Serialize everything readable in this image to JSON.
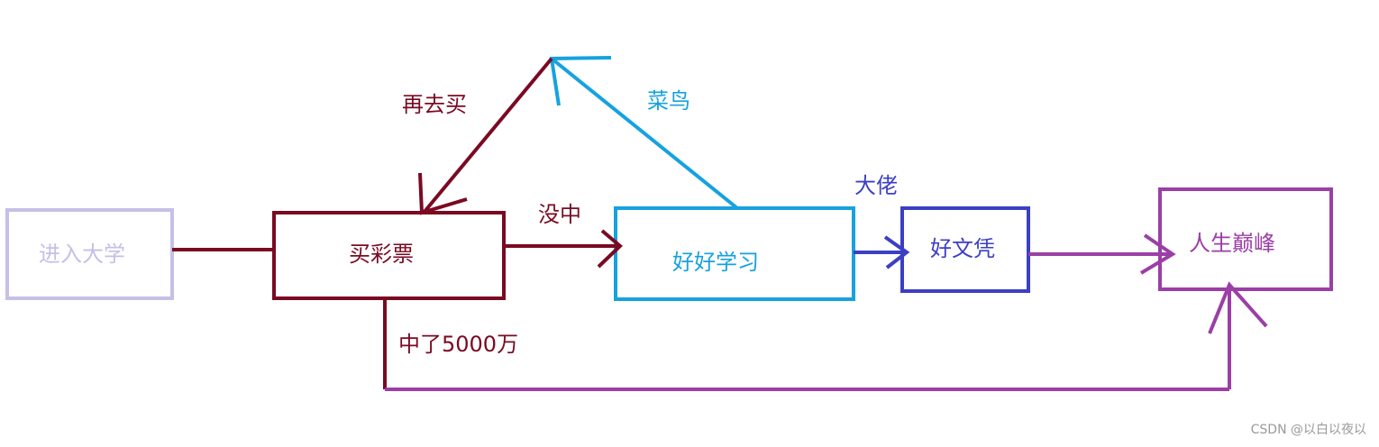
{
  "nodes": {
    "college": {
      "label": "进入大学",
      "color": "#c7bfe6"
    },
    "lottery": {
      "label": "买彩票",
      "color": "#7a0a22"
    },
    "study": {
      "label": "好好学习",
      "color": "#16a2df"
    },
    "diploma": {
      "label": "好文凭",
      "color": "#3c3fc4"
    },
    "peak": {
      "label": "人生巅峰",
      "color": "#9b3fa6"
    }
  },
  "edges": {
    "no_win": {
      "label": "没中",
      "color": "#7a0a22"
    },
    "buy_again": {
      "label": "再去买",
      "color": "#7a0a22"
    },
    "rookie": {
      "label": "菜鸟",
      "color": "#16a2df"
    },
    "expert": {
      "label": "大佬",
      "color": "#3c3fc4"
    },
    "won": {
      "label": "中了5000万",
      "color": "#7a0a22"
    },
    "success_path": {
      "color": "#9b3fa6"
    }
  },
  "watermark": "CSDN @以白以夜以"
}
